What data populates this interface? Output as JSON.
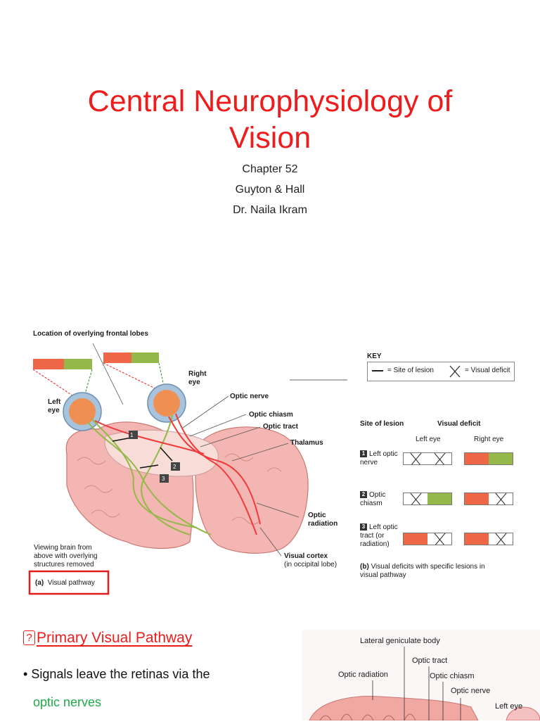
{
  "slide": {
    "title_line1": "Central Neurophysiology of",
    "title_line2": "Vision",
    "subtitle_lines": [
      "Chapter 52",
      "Guyton & Hall",
      "Dr. Naila Ikram"
    ]
  },
  "figure_a": {
    "header": "Location of overlying frontal lobes",
    "right_eye_l1": "Right",
    "right_eye_l2": "eye",
    "left_eye_l1": "Left",
    "left_eye_l2": "eye",
    "optic_nerve": "Optic nerve",
    "optic_chiasm": "Optic chiasm",
    "optic_tract": "Optic tract",
    "thalamus": "Thalamus",
    "optic_radiation_l1": "Optic",
    "optic_radiation_l2": "radiation",
    "visual_cortex": "Visual cortex",
    "visual_cortex_sub": "(in occipital lobe)",
    "viewing_l1": "Viewing brain from",
    "viewing_l2": "above with overlying",
    "viewing_l3": "structures removed",
    "caption_tag": "(a)",
    "caption": "Visual pathway",
    "lesion_markers": [
      "1",
      "2",
      "3"
    ]
  },
  "key": {
    "title": "KEY",
    "site": "= Site of lesion",
    "deficit": "= Visual deficit"
  },
  "figure_b": {
    "col_site": "Site of lesion",
    "col_deficit": "Visual deficit",
    "left_eye": "Left eye",
    "right_eye": "Right eye",
    "rows": [
      {
        "num": "1",
        "label_l1": "Left optic",
        "label_l2": "nerve",
        "label_l3": ""
      },
      {
        "num": "2",
        "label_l1": "Optic",
        "label_l2": "chiasm",
        "label_l3": ""
      },
      {
        "num": "3",
        "label_l1": "Left optic",
        "label_l2": "tract (or",
        "label_l3": "radiation)"
      }
    ],
    "caption_tag": "(b)",
    "caption_l1": "Visual deficits with specific lesions in",
    "caption_l2": "visual pathway"
  },
  "section": {
    "title": "Primary Visual Pathway",
    "icon": "?",
    "bullet": "Signals leave the retinas via the",
    "bullet_highlight": "optic nerves"
  },
  "figure_c": {
    "lateral_geniculate": "Lateral geniculate body",
    "optic_tract": "Optic tract",
    "optic_radiation": "Optic radiation",
    "optic_chiasm": "Optic chiasm",
    "optic_nerve": "Optic nerve",
    "left_eye": "Left eye"
  },
  "colors": {
    "title": "#ee1c1c",
    "visual_field_left": "#ee6747",
    "visual_field_right": "#95b84a",
    "highlight_text": "#1faa4a",
    "brain": "#f2b3b0"
  }
}
